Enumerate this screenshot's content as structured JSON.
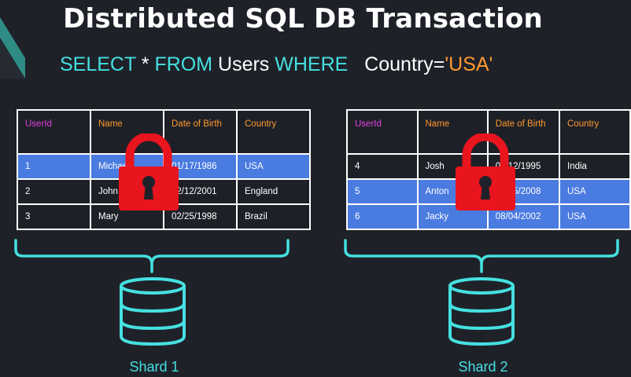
{
  "title": "Distributed SQL DB Transaction",
  "query": {
    "select": "SELECT",
    "star": "*",
    "from": "FROM",
    "table": "Users",
    "where": "WHERE",
    "condition": "Country=",
    "value": "'USA'"
  },
  "colors": {
    "keyword": "#45e0e0",
    "string": "#ff9a2e",
    "highlight_row": "#4a7be0",
    "lock": "#e8141e",
    "accent": "#45e0e0"
  },
  "shards": [
    {
      "label": "Shard 1",
      "headers": [
        "UserId",
        "Name",
        "Date of Birth",
        "Country"
      ],
      "rows": [
        {
          "cells": [
            "1",
            "Michael",
            "01/17/1986",
            "USA"
          ],
          "highlighted": true
        },
        {
          "cells": [
            "2",
            "John",
            "02/12/2001",
            "England"
          ],
          "highlighted": false
        },
        {
          "cells": [
            "3",
            "Mary",
            "02/25/1998",
            "Brazil"
          ],
          "highlighted": false
        }
      ],
      "icon": "lock-icon"
    },
    {
      "label": "Shard 2",
      "headers": [
        "UserId",
        "Name",
        "Date of Birth",
        "Country"
      ],
      "rows": [
        {
          "cells": [
            "4",
            "Josh",
            "01/12/1995",
            "India"
          ],
          "highlighted": false
        },
        {
          "cells": [
            "5",
            "Anton",
            "06/15/2008",
            "USA"
          ],
          "highlighted": true
        },
        {
          "cells": [
            "6",
            "Jacky",
            "08/04/2002",
            "USA"
          ],
          "highlighted": true
        }
      ],
      "icon": "lock-icon"
    }
  ]
}
